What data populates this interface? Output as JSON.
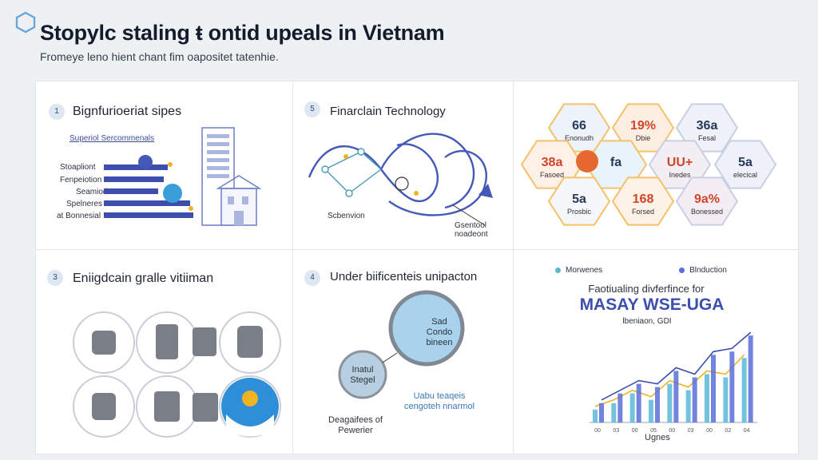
{
  "header": {
    "title": "Stopylc staling ŧ ontid upeals in Vietnam",
    "subtitle": "Fromeye leno hient chant fim oapositet tatenhie."
  },
  "sections": [
    {
      "number": "1",
      "title": "Bignfurioeriat sipes",
      "label": "Superiol Sercommenals",
      "bar_labels": [
        "Stoapliont",
        "Fenpeiotion",
        "Seamiod",
        "Spelneres",
        "at Bonnesial"
      ]
    },
    {
      "number": "5",
      "title": "Finarclain Technology",
      "label_left": "Scbenvion",
      "label_right": "Gsentool\nnoadeont"
    },
    {
      "number": "",
      "title": ""
    },
    {
      "number": "3",
      "title": "Eniigdcain gralle vitiiman"
    },
    {
      "number": "4",
      "title": "Under biificenteis unipacton",
      "big_circle": "Sad\nCondo\nbineen",
      "small_circle": "Inatul\nStegel",
      "caption_center": "Uabu teaqeis\ncengoteh nnarmol",
      "caption_left": "Deagaifees of\nPewerier"
    }
  ],
  "hexagons": [
    {
      "value": "66",
      "label": "Enonudh"
    },
    {
      "value": "19%",
      "label": "Dbie"
    },
    {
      "value": "36a",
      "label": "Fesal"
    },
    {
      "value": "38a",
      "label": "Fasoed"
    },
    {
      "value": "fa",
      "label": ""
    },
    {
      "value": "UU+",
      "label": "Inedes"
    },
    {
      "value": "5a",
      "label": "elecical"
    },
    {
      "value": "5a",
      "label": "Prosbic"
    },
    {
      "value": "168",
      "label": "Forsed"
    },
    {
      "value": "9a%",
      "label": "Bonessed"
    }
  ],
  "legend": [
    {
      "name": "Morwenes",
      "color": "#5ab8d8"
    },
    {
      "name": "Blnduction",
      "color": "#5a6fd8"
    }
  ],
  "chart_header": {
    "line1": "Faotiualing divferfince for",
    "big": "MASAY WSE-UGA",
    "sub": "lbeniaon, GDI"
  },
  "chart_data": {
    "type": "bar",
    "xlabel": "Ugnes",
    "categories": [
      "00",
      "03",
      "00",
      "05",
      "00",
      "03",
      "00",
      "02",
      "04"
    ],
    "series": [
      {
        "name": "Morwenes",
        "values": [
          4,
          6,
          9,
          7,
          12,
          10,
          15,
          14,
          20
        ]
      },
      {
        "name": "Blnduction",
        "values": [
          6,
          9,
          12,
          11,
          16,
          14,
          21,
          22,
          27
        ]
      }
    ],
    "ylim": [
      0,
      30
    ]
  },
  "colors": {
    "accent_blue": "#4458b8",
    "accent_orange": "#e5692f",
    "teal": "#5ab8d8"
  }
}
